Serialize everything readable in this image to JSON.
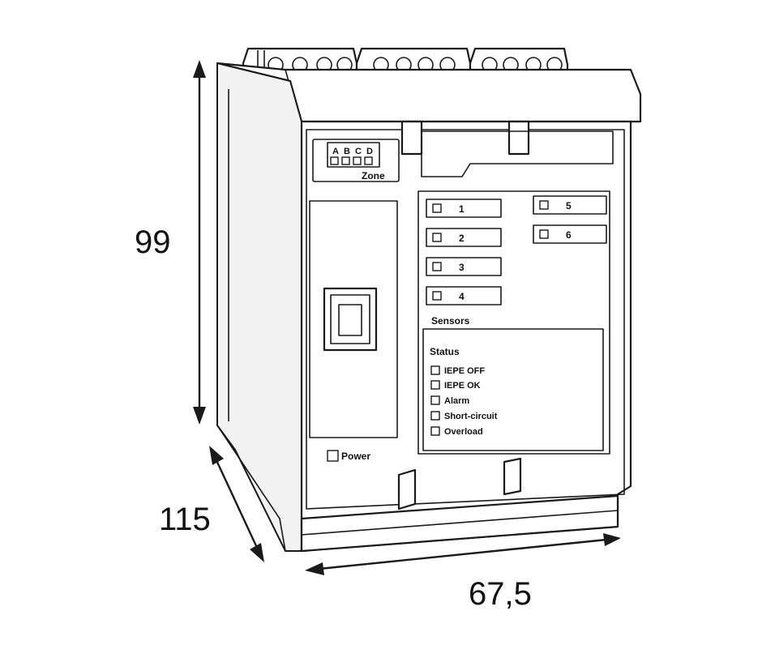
{
  "dimensions": {
    "height": "99",
    "depth": "115",
    "width": "67,5"
  },
  "zone": {
    "title": "Zone",
    "letters": [
      "A",
      "B",
      "C",
      "D"
    ]
  },
  "sensors": {
    "title": "Sensors",
    "channels": [
      "1",
      "2",
      "3",
      "4",
      "5",
      "6"
    ]
  },
  "status": {
    "title": "Status",
    "items": [
      "IEPE OFF",
      "IEPE OK",
      "Alarm",
      "Short-circuit",
      "Overload"
    ]
  },
  "power": {
    "label": "Power"
  }
}
